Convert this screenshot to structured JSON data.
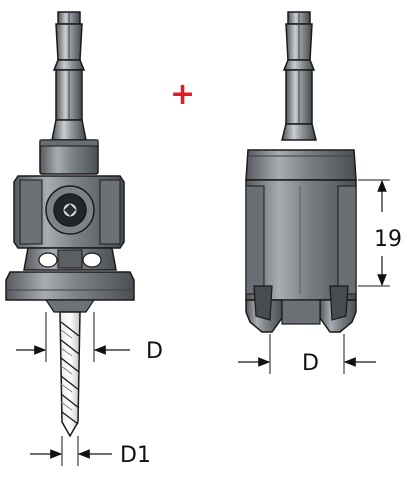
{
  "colors": {
    "plus": "#d8202b",
    "metal_dark": "#5f646a",
    "metal_mid": "#8c9196",
    "metal_light": "#c3c7cb",
    "outline": "#1a1a1a"
  },
  "labels": {
    "plus_sign": "+",
    "left_d": "D",
    "left_d1": "D1",
    "right_d": "D",
    "right_19": "19"
  },
  "icons": {
    "left_tool": "countersink-drill-bit-icon",
    "right_tool": "plug-cutter-icon"
  }
}
